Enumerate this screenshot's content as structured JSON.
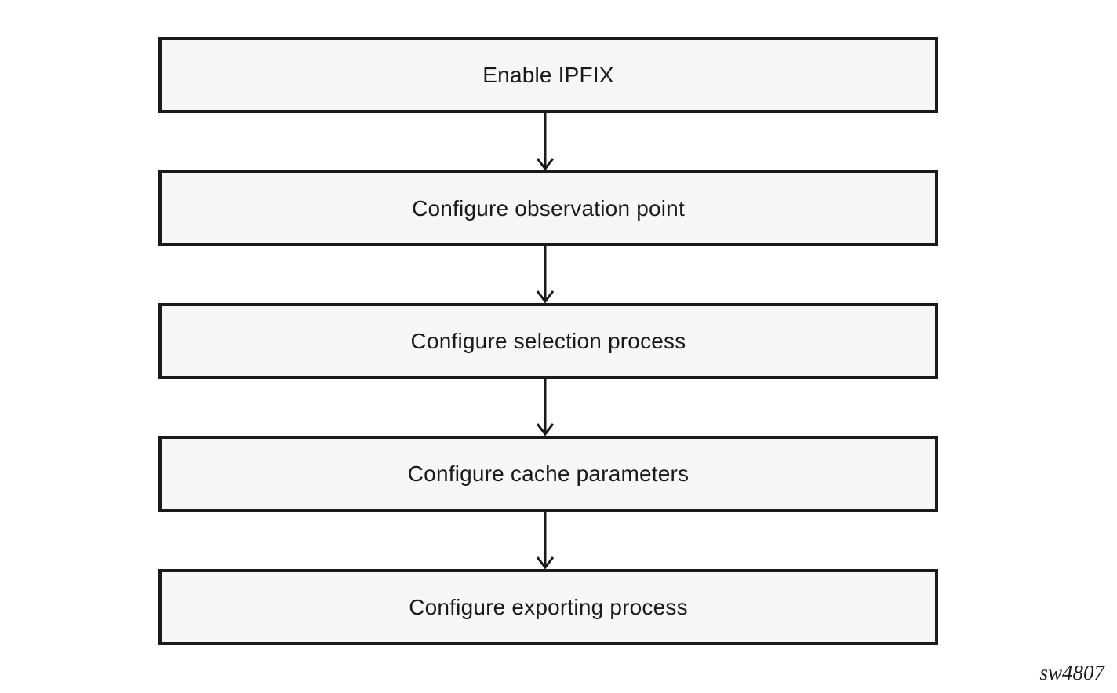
{
  "diagram": {
    "type": "flowchart",
    "orientation": "vertical",
    "steps": [
      {
        "label": "Enable IPFIX"
      },
      {
        "label": "Configure observation point"
      },
      {
        "label": "Configure selection process"
      },
      {
        "label": "Configure cache parameters"
      },
      {
        "label": "Configure exporting process"
      }
    ],
    "connectors": [
      {
        "from": "Enable IPFIX",
        "to": "Configure observation point",
        "style": "arrow-down"
      },
      {
        "from": "Configure observation point",
        "to": "Configure selection process",
        "style": "arrow-down"
      },
      {
        "from": "Configure selection process",
        "to": "Configure cache parameters",
        "style": "arrow-down"
      },
      {
        "from": "Configure cache parameters",
        "to": "Configure exporting process",
        "style": "arrow-down"
      }
    ],
    "figure_id": "sw4807",
    "colors": {
      "background": "#ffffff",
      "box_fill": "#f7f7f7",
      "box_border": "#1a1a1a",
      "text": "#1a1a1a"
    }
  }
}
